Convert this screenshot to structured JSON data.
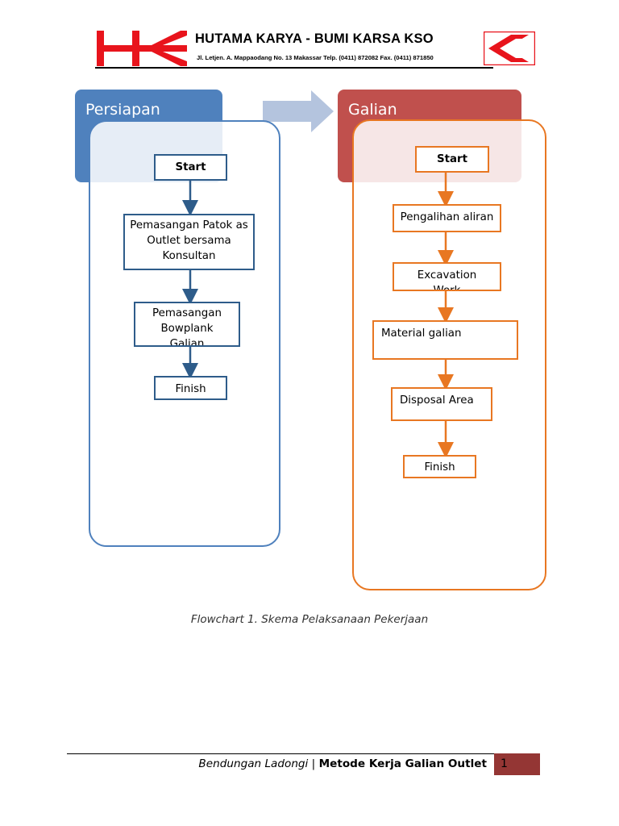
{
  "header": {
    "company_name": "HUTAMA KARYA - BUMI KARSA  KSO",
    "address": "Jl. Letjen. A. Mappaodang No. 13 Makassar Telp. (0411) 872082 Fax. (0411) 871850",
    "logo_text": "HK",
    "brand_color": "#e8141c"
  },
  "stages": [
    {
      "title": "Persiapan",
      "color": "#4f81bd"
    },
    {
      "title": "Galian",
      "color": "#c0504d"
    }
  ],
  "lane_persiapan": {
    "border_color": "#4f81bd",
    "steps": [
      "Start",
      "Pemasangan Patok as Outlet bersama Konsultan",
      "Pemasangan Bowplank Galian",
      "Finish"
    ]
  },
  "lane_galian": {
    "border_color": "#e87722",
    "steps": [
      "Start",
      "Pengalihan aliran",
      "Excavation Work",
      "Material galian",
      "Disposal Area",
      "Finish"
    ]
  },
  "caption": "Flowchart 1. Skema Pelaksanaan Pekerjaan",
  "footer": {
    "project": "Bendungan Ladongi",
    "separator": "|",
    "document": "Metode Kerja Galian Outlet",
    "page_number": "1"
  }
}
